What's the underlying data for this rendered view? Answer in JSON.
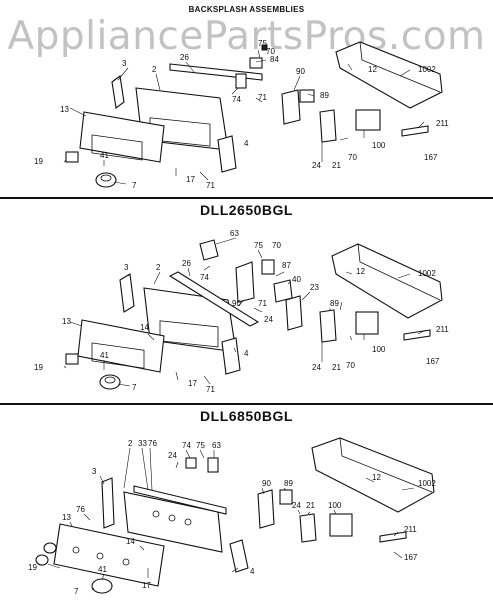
{
  "header": {
    "title": "BACKSPLASH ASSEMBLIES",
    "watermark": "AppliancePartsPros.com"
  },
  "sections": [
    {
      "model": "",
      "labels": [
        "3",
        "2",
        "26",
        "75",
        "70",
        "84",
        "12",
        "1002",
        "13",
        "74",
        "90",
        "89",
        "71",
        "4",
        "24",
        "21",
        "100",
        "70",
        "211",
        "167",
        "19",
        "41",
        "7",
        "17",
        "71"
      ]
    },
    {
      "model": "DLL2650BGL",
      "labels": [
        "63",
        "75",
        "70",
        "3",
        "2",
        "26",
        "74",
        "87",
        "1002",
        "40",
        "12",
        "23",
        "89",
        "13",
        "14",
        "90",
        "71",
        "24",
        "24",
        "21",
        "100",
        "70",
        "211",
        "167",
        "19",
        "41",
        "7",
        "17",
        "71",
        "4"
      ]
    },
    {
      "model": "DLL6850BGL",
      "labels": [
        "2",
        "33",
        "76",
        "74",
        "75",
        "63",
        "24",
        "3",
        "90",
        "89",
        "12",
        "1002",
        "24",
        "21",
        "100",
        "76",
        "13",
        "211",
        "14",
        "17",
        "167",
        "19",
        "41",
        "7",
        "4"
      ]
    }
  ]
}
